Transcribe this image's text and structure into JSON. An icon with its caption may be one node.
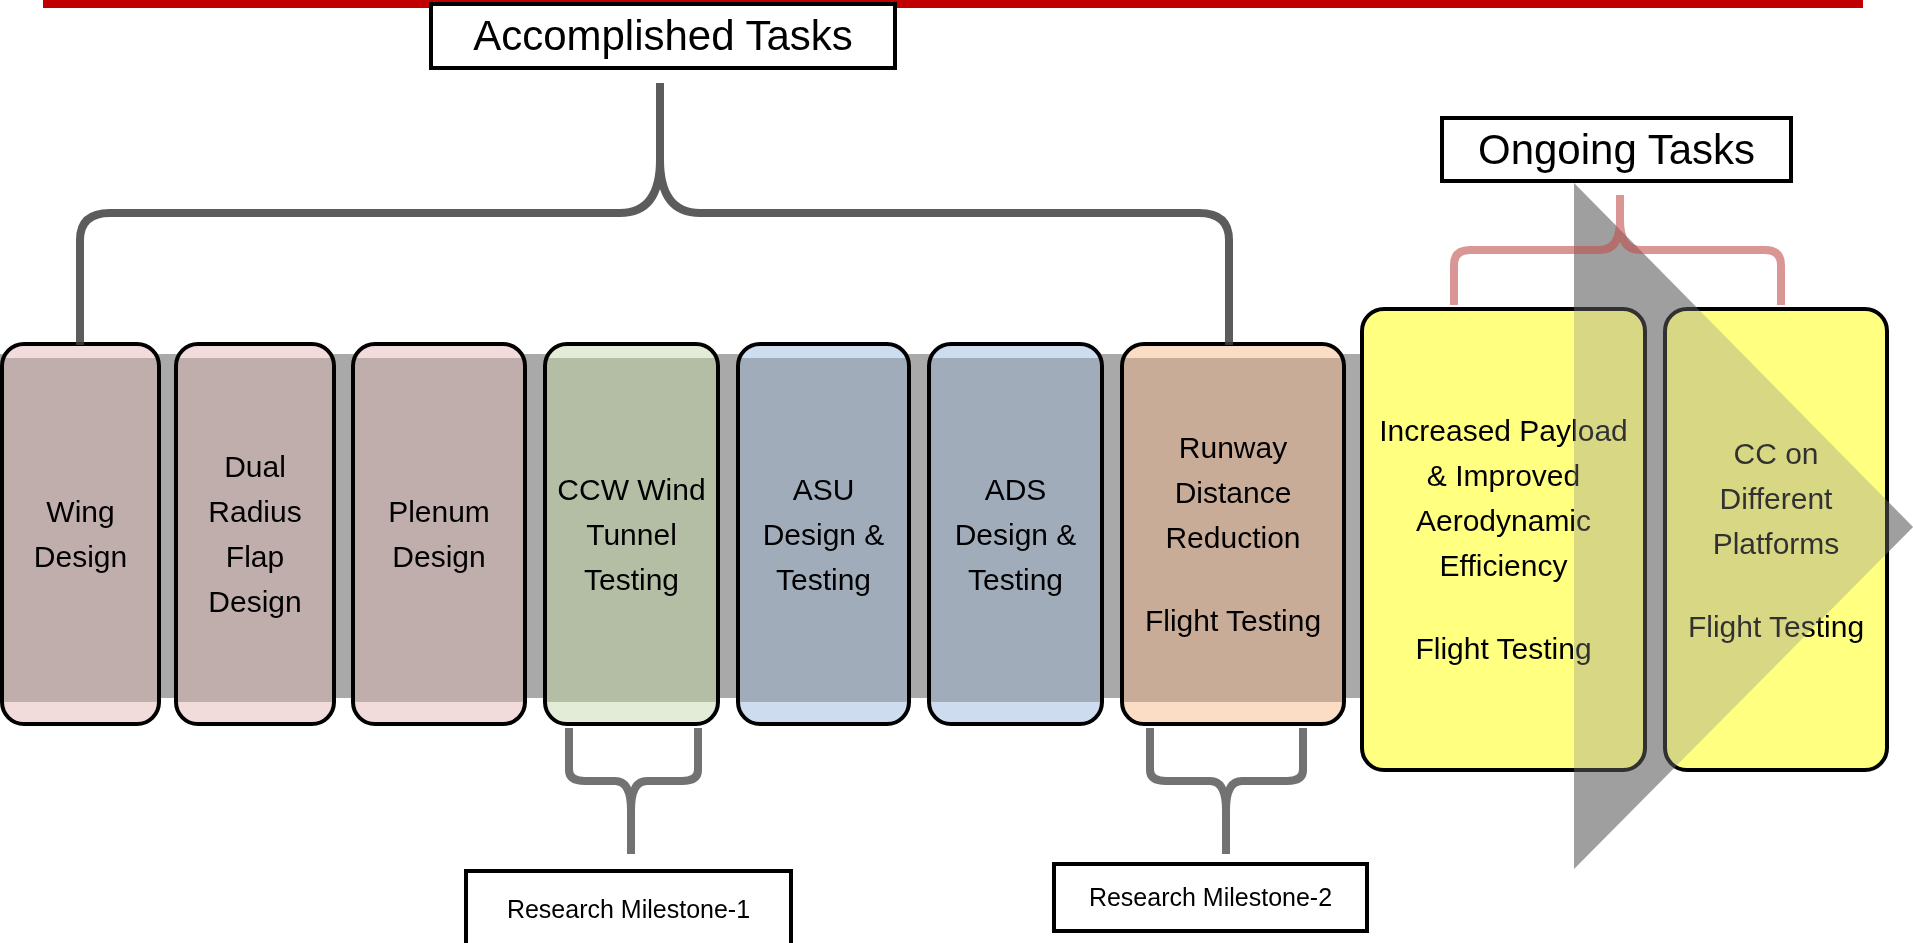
{
  "diagram": {
    "nodes": [
      {
        "text": [
          "Accomplished Tasks"
        ]
      },
      {
        "text": [
          "Ongoing Tasks"
        ]
      },
      {
        "text": [
          "Wing Design"
        ]
      },
      {
        "text": [
          "Dual Radius Flap Design"
        ]
      },
      {
        "text": [
          "Plenum Design"
        ]
      },
      {
        "text": [
          "CCW Wind Tunnel Testing"
        ]
      },
      {
        "text": [
          "ASU Design & Testing"
        ]
      },
      {
        "text": [
          "ADS Design & Testing"
        ]
      },
      {
        "text": [
          "Runway Distance Reduction",
          "Flight Testing"
        ]
      },
      {
        "text": [
          "Increased Payload & Improved Aerodynamic Efficiency",
          "Flight Testing"
        ]
      },
      {
        "text": [
          "CC on Different Platforms",
          "Flight Testing"
        ]
      },
      {
        "text": [
          "Research Milestone-1"
        ]
      },
      {
        "text": [
          "Research Milestone-2"
        ]
      }
    ]
  }
}
